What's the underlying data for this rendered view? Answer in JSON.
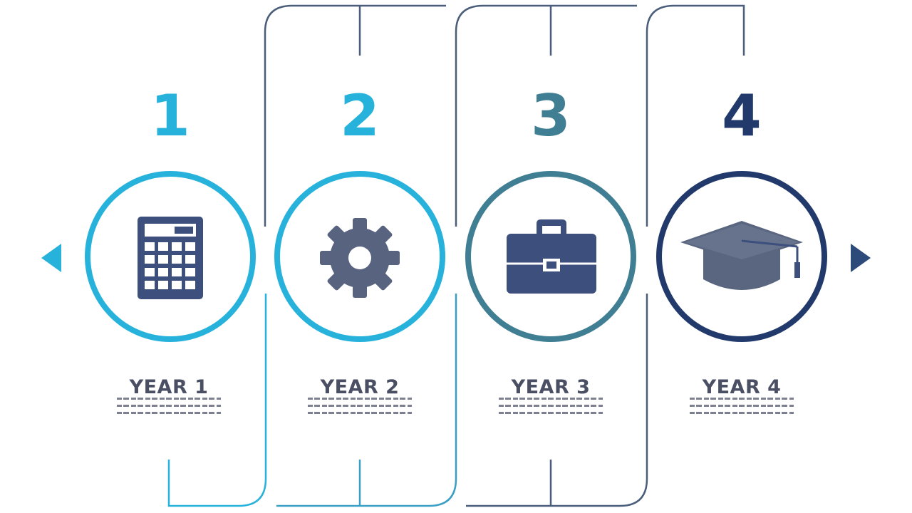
{
  "steps": [
    {
      "number": "1",
      "label": "YEAR 1",
      "icon": "calculator-icon",
      "color": "#27b2dc"
    },
    {
      "number": "2",
      "label": "YEAR 2",
      "icon": "gear-icon",
      "color": "#27b2dc"
    },
    {
      "number": "3",
      "label": "YEAR 3",
      "icon": "briefcase-icon",
      "color": "#3f7e93"
    },
    {
      "number": "4",
      "label": "YEAR 4",
      "icon": "graduation-cap-icon",
      "color": "#223a6b"
    }
  ],
  "colors": {
    "icon_fill": "#3d4f7c",
    "icon_secondary": "#586380",
    "line_teal": "#27b2dc",
    "line_slate": "#4a5d7a",
    "arrow_left": "#27b2dc",
    "arrow_right": "#2c4a7a"
  },
  "navigation": {
    "prev_icon": "triangle-left-icon",
    "next_icon": "triangle-right-icon"
  }
}
